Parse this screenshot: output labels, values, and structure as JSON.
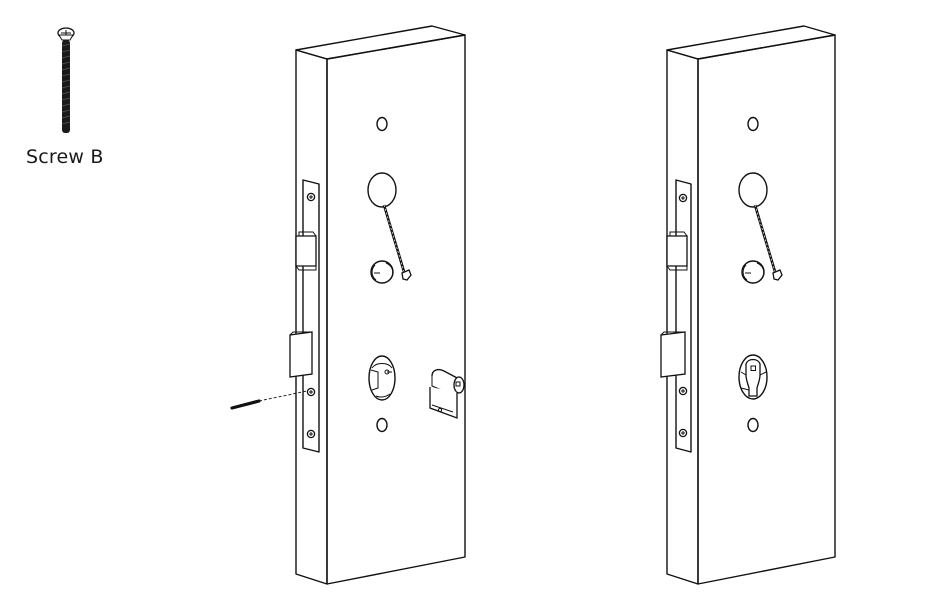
{
  "diagram": {
    "type": "installation-illustration",
    "parts": {
      "screw": {
        "label": "Screw B",
        "icon": "screw-icon"
      }
    },
    "steps": [
      {
        "id": "step-before",
        "description": "Door with mortise lock; cylinder shown beside the cylinder hole; Screw B inserted into faceplate via dashed line",
        "elements": [
          "door",
          "faceplate",
          "latch-bolt",
          "dead-bolt",
          "faceplate-screw-top",
          "faceplate-screw-bottom",
          "top-hole",
          "handle-hole",
          "cable",
          "spindle-hole",
          "cylinder-hole",
          "cylinder",
          "bottom-hole",
          "screw-b-insert"
        ]
      },
      {
        "id": "step-after",
        "description": "Door with cylinder installed in the cylinder hole and faceplate screws fastened",
        "elements": [
          "door",
          "faceplate",
          "latch-bolt",
          "dead-bolt",
          "faceplate-screws",
          "top-hole",
          "handle-hole",
          "cable",
          "spindle-hole",
          "installed-cylinder",
          "bottom-hole"
        ]
      }
    ],
    "colors": {
      "line": "#111111",
      "background": "#ffffff"
    }
  }
}
